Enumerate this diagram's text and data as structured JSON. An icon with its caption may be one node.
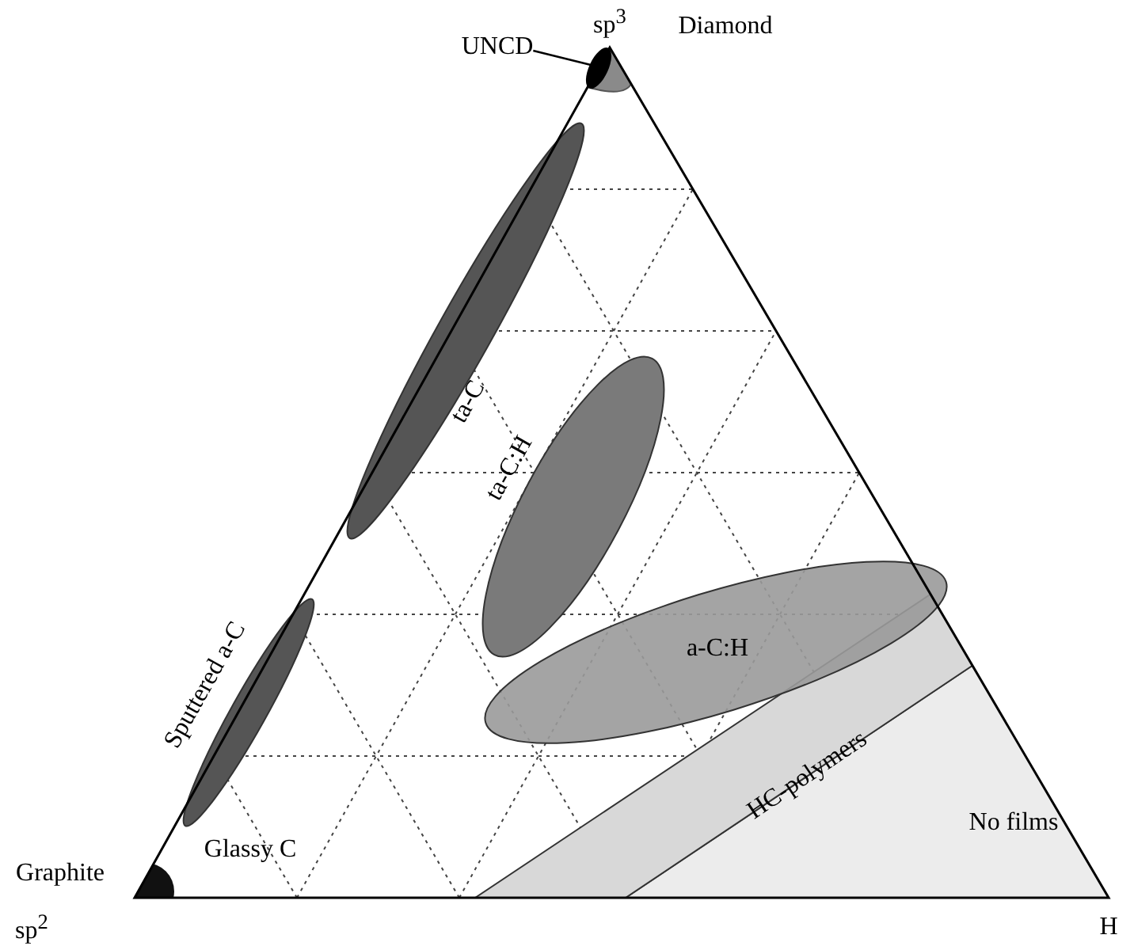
{
  "diagram": {
    "nodes": [
      {
        "text": [
          "UNCD"
        ]
      },
      {
        "text": [],
        "shape": "ellipse"
      }
    ],
    "edges": [
      {
        "from": 0,
        "to": 1,
        "arrow": "none"
      }
    ],
    "labels": [
      "sp$^{3}$",
      "Diamond",
      "ta-C",
      "ta-C:H",
      "a-C:H",
      "Sputtered a-C",
      "HC-polymers",
      "Glassy C",
      "No films",
      "Graphite",
      "sp$^{2}$",
      "H"
    ]
  }
}
